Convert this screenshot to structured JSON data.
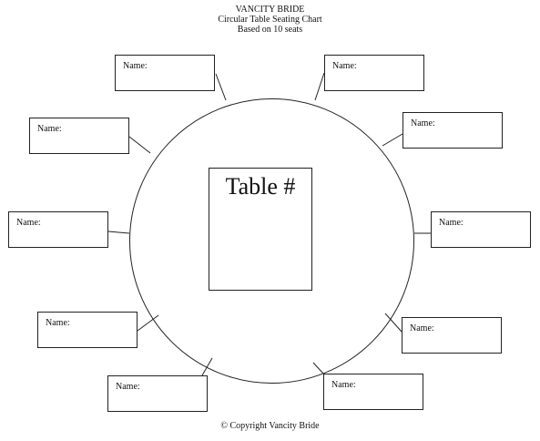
{
  "header": {
    "title": "VANCITY BRIDE",
    "subtitle": "Circular Table Seating Chart",
    "seats_note": "Based on 10 seats"
  },
  "table": {
    "label": "Table #"
  },
  "seats": [
    {
      "label": "Name:"
    },
    {
      "label": "Name:"
    },
    {
      "label": "Name:"
    },
    {
      "label": "Name:"
    },
    {
      "label": "Name:"
    },
    {
      "label": "Name:"
    },
    {
      "label": "Name:"
    },
    {
      "label": "Name:"
    },
    {
      "label": "Name:"
    },
    {
      "label": "Name:"
    }
  ],
  "footer": {
    "copyright": "© Copyright Vancity Bride"
  }
}
